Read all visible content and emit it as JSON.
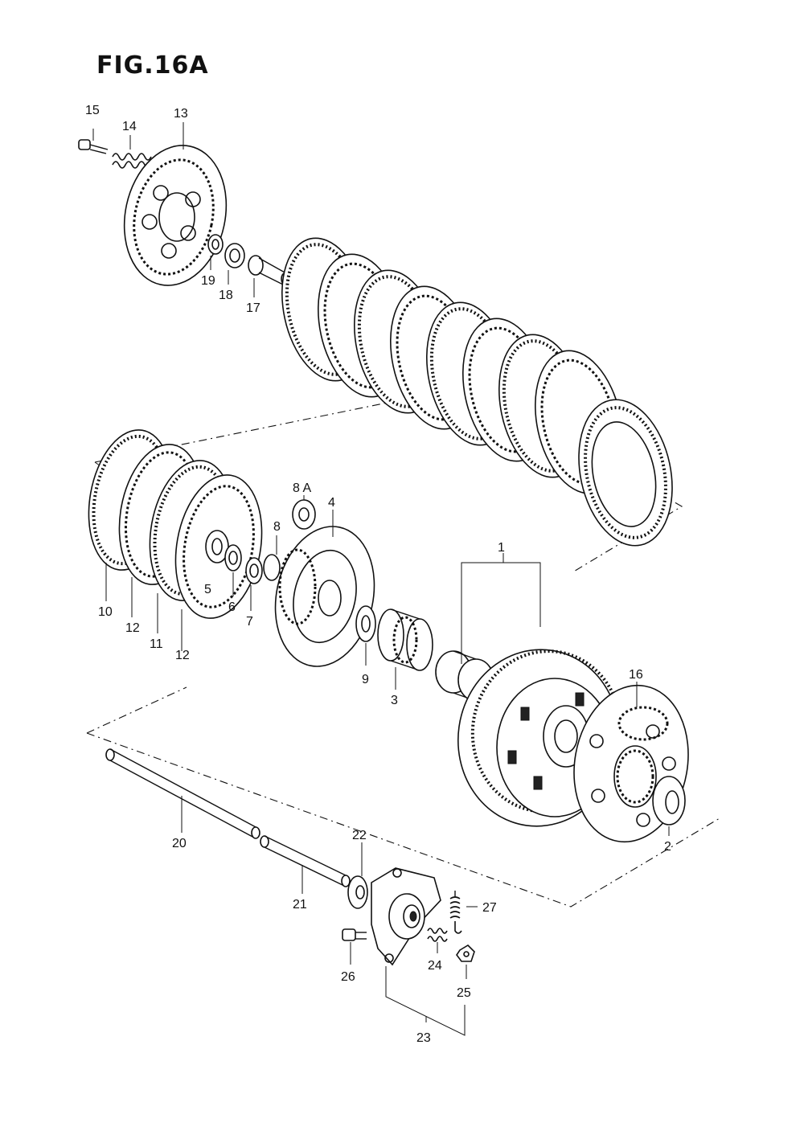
{
  "figure": {
    "title": "FIG.16A"
  },
  "callouts": [
    {
      "id": "1",
      "text": "1"
    },
    {
      "id": "2",
      "text": "2"
    },
    {
      "id": "3",
      "text": "3"
    },
    {
      "id": "4",
      "text": "4"
    },
    {
      "id": "5",
      "text": "5"
    },
    {
      "id": "6",
      "text": "6"
    },
    {
      "id": "7",
      "text": "7"
    },
    {
      "id": "8",
      "text": "8"
    },
    {
      "id": "8A",
      "text": "8 A"
    },
    {
      "id": "9",
      "text": "9"
    },
    {
      "id": "10",
      "text": "10"
    },
    {
      "id": "11",
      "text": "11"
    },
    {
      "id": "12a",
      "text": "12"
    },
    {
      "id": "12b",
      "text": "12"
    },
    {
      "id": "13",
      "text": "13"
    },
    {
      "id": "14",
      "text": "14"
    },
    {
      "id": "15",
      "text": "15"
    },
    {
      "id": "16",
      "text": "16"
    },
    {
      "id": "17",
      "text": "17"
    },
    {
      "id": "18",
      "text": "18"
    },
    {
      "id": "19",
      "text": "19"
    },
    {
      "id": "20",
      "text": "20"
    },
    {
      "id": "21",
      "text": "21"
    },
    {
      "id": "22",
      "text": "22"
    },
    {
      "id": "23",
      "text": "23"
    },
    {
      "id": "24",
      "text": "24"
    },
    {
      "id": "25",
      "text": "25"
    },
    {
      "id": "26",
      "text": "26"
    },
    {
      "id": "27",
      "text": "27"
    }
  ]
}
